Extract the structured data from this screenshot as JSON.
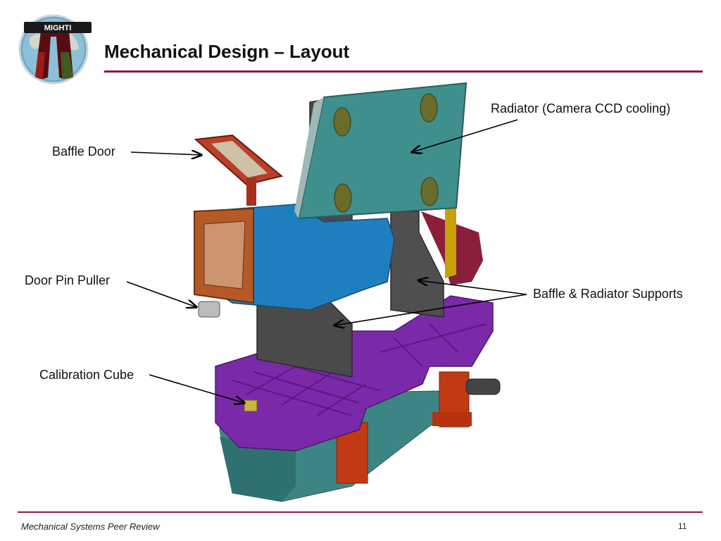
{
  "slide": {
    "title": "Mechanical Design – Layout",
    "footer": "Mechanical Systems Peer Review",
    "page_number": "11"
  },
  "logo": {
    "text": "MIGHTI"
  },
  "callouts": {
    "radiator": "Radiator (Camera CCD cooling)",
    "baffle_door": "Baffle Door",
    "door_pin_puller": "Door Pin Puller",
    "supports": "Baffle & Radiator Supports",
    "calibration_cube": "Calibration Cube"
  },
  "colors": {
    "accent_rule": "#8e1b3c",
    "radiator": "#3f8f8d",
    "baffle": "#1e7fbf",
    "supports": "#4a4a4a",
    "base_frame": "#7a2aa8",
    "base_body": "#3d8585",
    "pads": "#c23a14",
    "door": "#b8402a"
  }
}
